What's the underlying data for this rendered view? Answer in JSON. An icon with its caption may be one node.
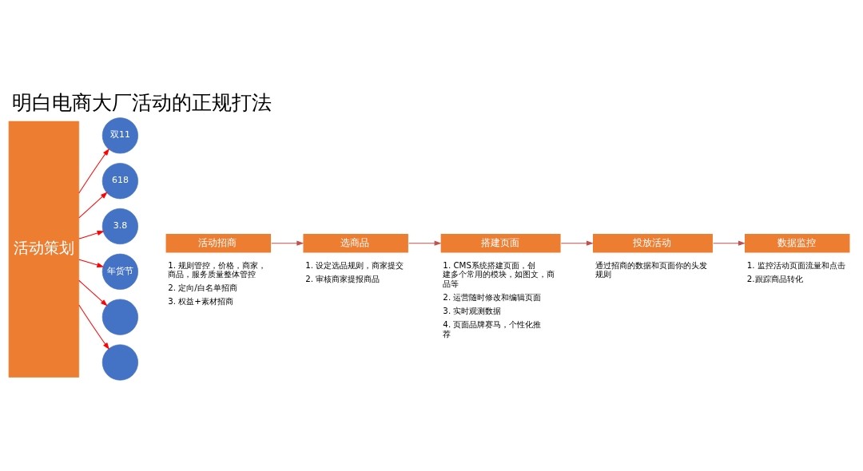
{
  "diagram": {
    "title": "明白电商大厂活动的正规打法",
    "nodes": [
      {
        "text": [
          "活动策划"
        ]
      },
      {
        "text": [
          "双11"
        ]
      },
      {
        "text": [
          "618"
        ]
      },
      {
        "text": [
          "3.8"
        ]
      },
      {
        "text": [
          "年货节"
        ]
      },
      {
        "text": [],
        "shape": "circle"
      },
      {
        "text": [],
        "shape": "circle"
      },
      {
        "text": [
          "活动招商"
        ],
        "beside": [
          "1. 规则管控，价格，商家，商品，服务质量整体管控",
          "2. 定向/白名单招商",
          "3. 权益+素材招商"
        ]
      },
      {
        "text": [
          "选商品"
        ],
        "beside": [
          "1. 设定选品规则，商家提交",
          "2. 审核商家提报商品"
        ]
      },
      {
        "text": [
          "搭建页面"
        ],
        "beside": [
          "1. CMS系统搭建页面，创建多个常用的模块，如图文，商品等",
          "2. 运营随时修改和编辑页面",
          "3. 实时观测数据",
          "4. 页面品牌赛马，个性化推荐"
        ]
      },
      {
        "text": [
          "投放活动"
        ],
        "beside": [
          "通过招商的数据和页面你的头发规则"
        ]
      },
      {
        "text": [
          "数据监控"
        ],
        "beside": [
          "1. 监控活动页面流量和点击",
          "2.跟踪商品转化"
        ]
      }
    ],
    "edges": [
      {
        "from": 0,
        "to": 1,
        "arrow": "to"
      },
      {
        "from": 0,
        "to": 2,
        "arrow": "to"
      },
      {
        "from": 0,
        "to": 3,
        "arrow": "to"
      },
      {
        "from": 0,
        "to": 4,
        "arrow": "to"
      },
      {
        "from": 0,
        "to": 5,
        "arrow": "to"
      },
      {
        "from": 0,
        "to": 6,
        "arrow": "to"
      },
      {
        "from": 7,
        "to": 8,
        "arrow": "to",
        "color": "#c0504d"
      },
      {
        "from": 8,
        "to": 9,
        "arrow": "to",
        "color": "#c0504d"
      },
      {
        "from": 9,
        "to": 10,
        "arrow": "to",
        "color": "#c0504d"
      },
      {
        "from": 10,
        "to": 11,
        "arrow": "to",
        "color": "#c0504d"
      }
    ]
  }
}
